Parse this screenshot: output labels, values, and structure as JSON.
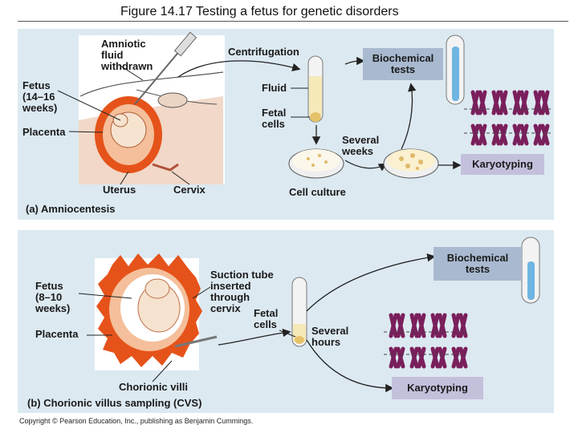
{
  "title": "Figure 14.17  Testing a fetus for genetic disorders",
  "panel_a": {
    "amniotic": "Amniotic\nfluid\nwithdrawn",
    "fetus": "Fetus\n(14–16\nweeks)",
    "placenta": "Placenta",
    "uterus": "Uterus",
    "cervix": "Cervix",
    "centrifugation": "Centrifugation",
    "fluid": "Fluid",
    "fetal_cells": "Fetal\ncells",
    "several_weeks": "Several\nweeks",
    "cell_culture": "Cell culture",
    "biochemical": "Biochemical\ntests",
    "karyotyping": "Karyotyping",
    "caption": "(a) Amniocentesis"
  },
  "panel_b": {
    "fetus": "Fetus\n(8–10\nweeks)",
    "placenta": "Placenta",
    "suction": "Suction tube\ninserted\nthrough\ncervix",
    "fetal_cells": "Fetal\ncells",
    "several_hours": "Several\nhours",
    "chorionic_villi": "Chorionic villi",
    "biochemical": "Biochemical\ntests",
    "karyotyping": "Karyotyping",
    "caption": "(b) Chorionic villus sampling (CVS)"
  },
  "copyright": "Copyright © Pearson Education, Inc., publishing as Benjamin Cummings.",
  "colors": {
    "panel_bg": "#dce9f1",
    "biochem_box": "#a9b9cf",
    "karyo_box": "#c3c0dc",
    "chromosome": "#7a1f5c",
    "uterus_red": "#e5531a",
    "fetus_pale": "#f6e3cf"
  }
}
